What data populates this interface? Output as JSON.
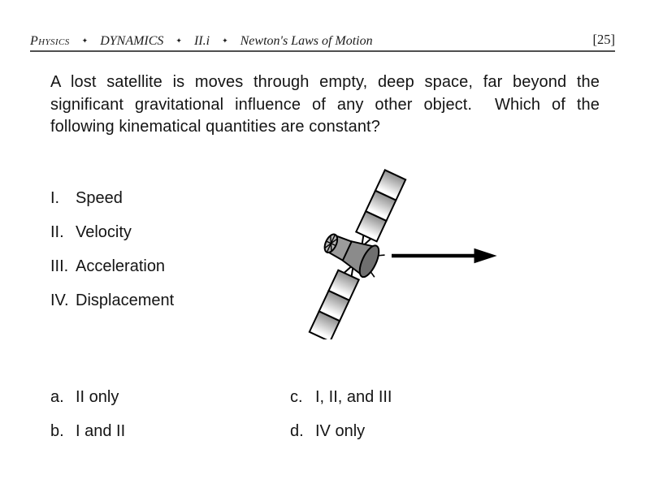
{
  "header": {
    "separator_icon": "✦",
    "items": [
      {
        "label": "Physics"
      },
      {
        "label": "DYNAMICS"
      },
      {
        "label": "II.i"
      },
      {
        "label": "Newton's Laws of Motion"
      }
    ],
    "page_number": "[25]"
  },
  "question": {
    "lines": [
      "A lost satellite is moves through empty, deep space, far beyond the",
      "significant gravitational influence of any other object.  Which of the",
      "following kinematical quantities are constant?"
    ]
  },
  "quantities": [
    {
      "numeral": "I.",
      "label": "Speed"
    },
    {
      "numeral": "II.",
      "label": "Velocity"
    },
    {
      "numeral": "III.",
      "label": "Acceleration"
    },
    {
      "numeral": "IV.",
      "label": "Displacement"
    }
  ],
  "answers": [
    {
      "letter": "a.",
      "text": "II only"
    },
    {
      "letter": "b.",
      "text": "I and II"
    },
    {
      "letter": "c.",
      "text": "I, II, and III"
    },
    {
      "letter": "d.",
      "text": "IV only"
    }
  ],
  "figure": {
    "name": "satellite with rightward velocity arrow",
    "colors": {
      "outline": "#000000",
      "panel_dark": "#8f8f8f",
      "panel_light": "#fdfdfd",
      "body": "#8b8b8b",
      "drum_cap": "#b5b5b5",
      "dish": "#6f6f6f"
    }
  },
  "colors": {
    "background": "#ffffff",
    "text": "#141414",
    "rule": "#4f4f4f"
  }
}
